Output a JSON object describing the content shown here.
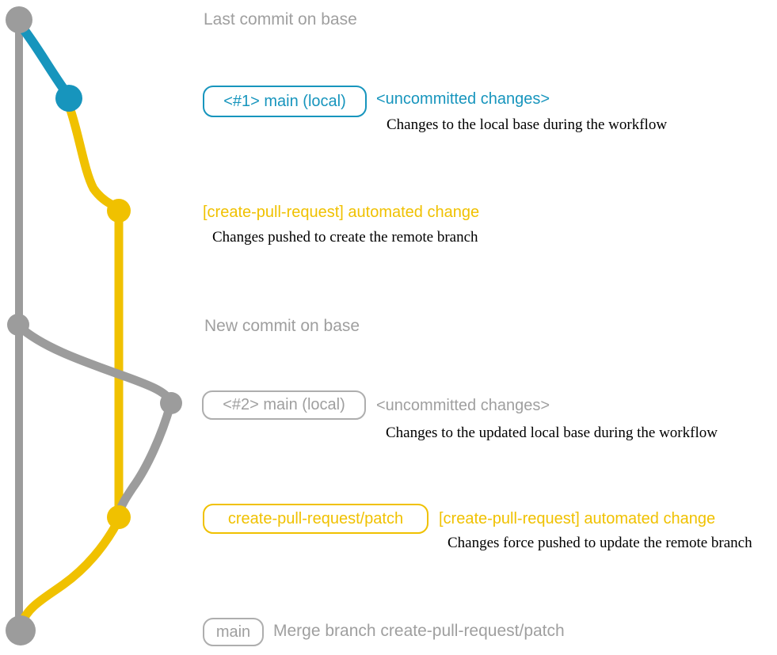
{
  "colors": {
    "gray": "#9c9c9c",
    "gray_text": "#9f9f9f",
    "blue": "#1795bd",
    "yellow": "#f0c100",
    "description_text": "#000000",
    "background": "#ffffff"
  },
  "captions": {
    "top": "Last commit on base",
    "middle": "New commit on base"
  },
  "branch_tags": {
    "main1": "<#1> main (local)",
    "main2": "<#2> main (local)",
    "patch": "create-pull-request/patch",
    "main_final": "main"
  },
  "messages": {
    "uncommitted1": {
      "title": "<uncommitted changes>",
      "desc": "Changes to the local base during the workflow"
    },
    "automated1": {
      "title": "[create-pull-request] automated change",
      "desc": "Changes pushed to create the remote branch"
    },
    "uncommitted2": {
      "title": "<uncommitted changes>",
      "desc": "Changes to the updated local base during the workflow"
    },
    "automated2": {
      "title": "[create-pull-request] automated change",
      "desc": "Changes force pushed to update the remote branch"
    },
    "merge": {
      "title": "Merge branch create-pull-request/patch"
    }
  }
}
